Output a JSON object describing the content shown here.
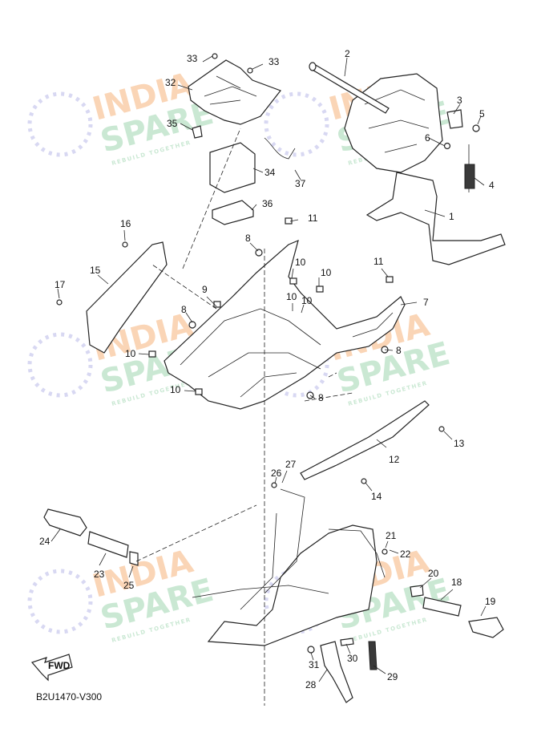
{
  "diagram_code": "B2U1470-V300",
  "fwd_label": "FWD",
  "watermark": {
    "line1": "INDIA",
    "line2": "SPARE",
    "tagline": "REBUILD TOGETHER",
    "color_orange": "#f6b27a",
    "color_green": "#9fd6b0",
    "color_blue": "#b8b8e8"
  },
  "callouts": [
    "1",
    "2",
    "3",
    "4",
    "5",
    "6",
    "7",
    "8",
    "8",
    "8",
    "8",
    "9",
    "10",
    "10",
    "10",
    "10",
    "10",
    "10",
    "11",
    "11",
    "12",
    "13",
    "14",
    "15",
    "16",
    "17",
    "18",
    "19",
    "20",
    "21",
    "22",
    "23",
    "24",
    "25",
    "26",
    "27",
    "28",
    "29",
    "30",
    "31",
    "32",
    "33",
    "33",
    "34",
    "35",
    "36",
    "37"
  ]
}
